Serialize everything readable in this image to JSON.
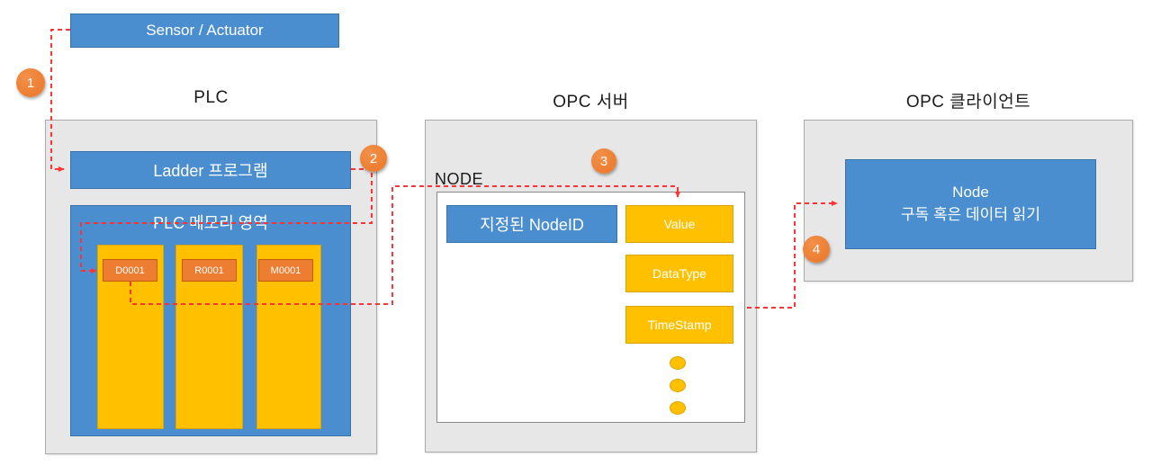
{
  "sensor": {
    "label": "Sensor / Actuator"
  },
  "plc": {
    "title": "PLC",
    "ladder_label": "Ladder 프로그램",
    "memory_title": "PLC 메모리 영역",
    "memory_cells": [
      "D0001",
      "R0001",
      "M0001"
    ]
  },
  "opc_server": {
    "title": "OPC 서버",
    "node_label": "NODE",
    "node_id_label": "지정된 NodeID",
    "attributes": [
      "Value",
      "DataType",
      "TimeStamp"
    ]
  },
  "opc_client": {
    "title": "OPC 클라이언트",
    "node_box_line1": "Node",
    "node_box_line2": "구독 혹은 데이터 읽기"
  },
  "steps": [
    "1",
    "2",
    "3",
    "4"
  ],
  "colors": {
    "blue_fill": "#4a8ecf",
    "blue_border": "#3a72aa",
    "yellow_fill": "#ffc000",
    "orange_accent": "#ed7d31",
    "panel_gray": "#e8e7e7",
    "arrow_red": "#ff3333"
  }
}
